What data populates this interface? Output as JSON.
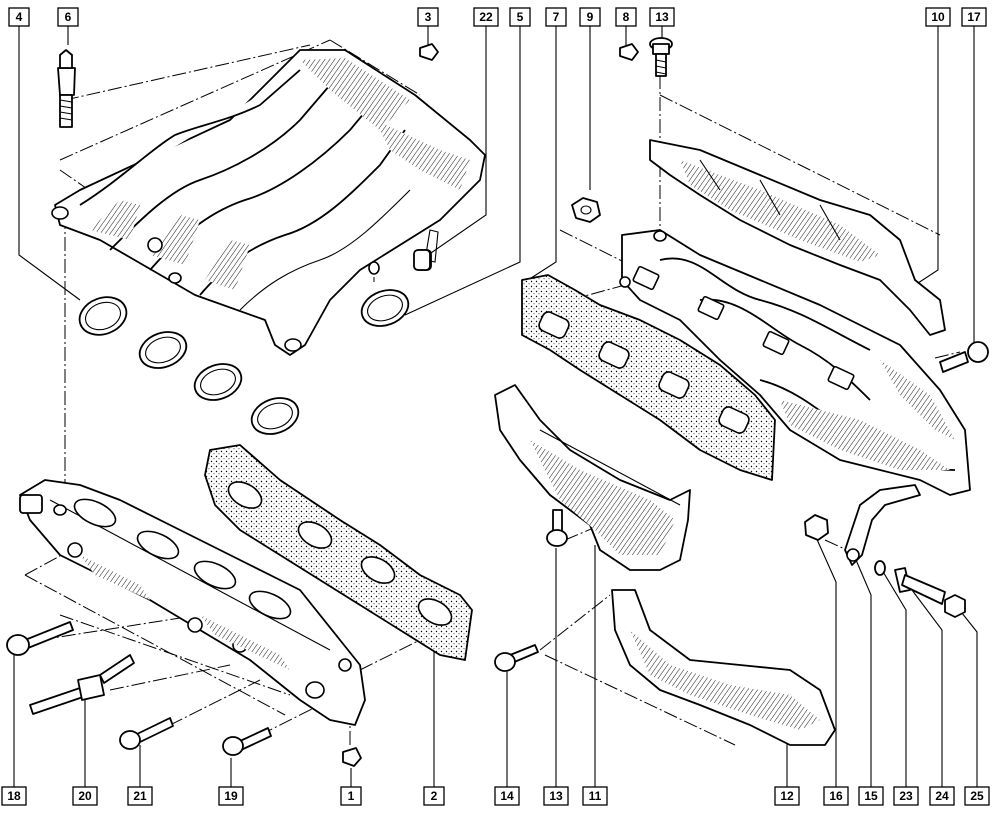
{
  "diagram": {
    "callouts_top": [
      "4",
      "6",
      "3",
      "22",
      "5",
      "7",
      "9",
      "8",
      "13",
      "10",
      "17"
    ],
    "callouts_bottom": [
      "18",
      "20",
      "21",
      "19",
      "1",
      "2",
      "14",
      "13",
      "11",
      "12",
      "16",
      "15",
      "23",
      "24",
      "25"
    ]
  },
  "parts": [
    "intake-manifold-upper",
    "intake-manifold-lower",
    "intake-gasket",
    "exhaust-manifold",
    "exhaust-gasket",
    "upper-heat-shield",
    "lower-heat-shield",
    "downpipe-heat-shield",
    "support-bracket"
  ]
}
